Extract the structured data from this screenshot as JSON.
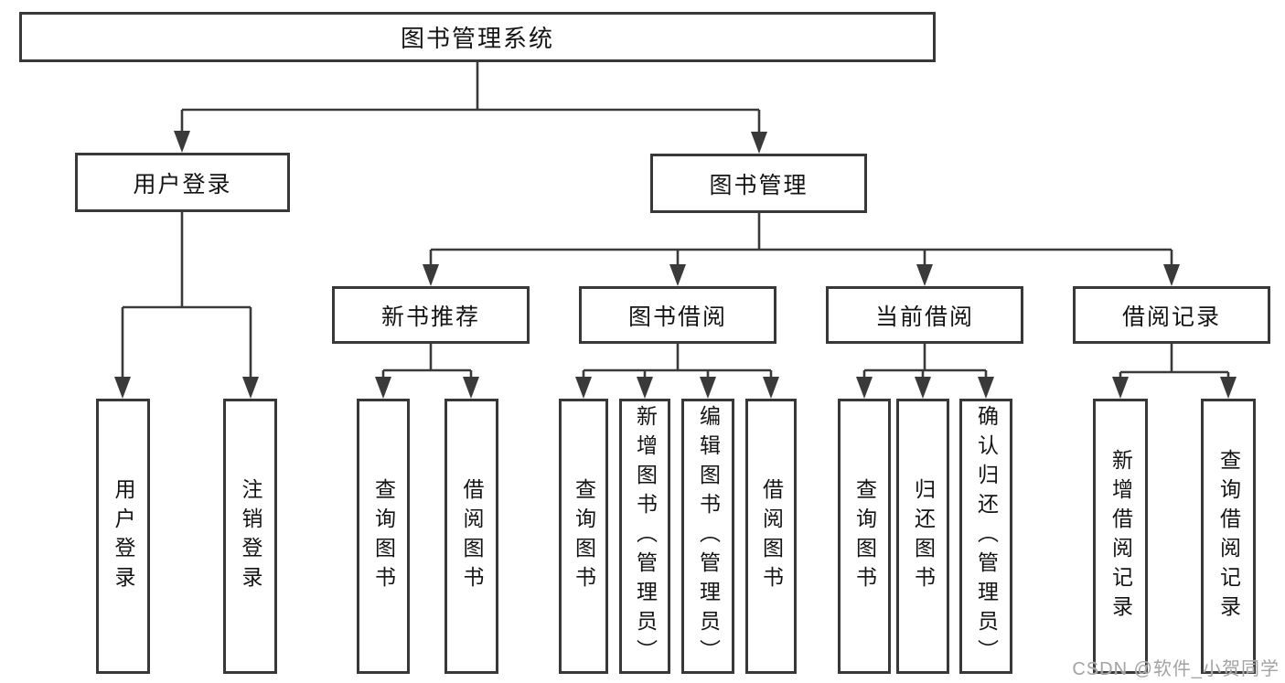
{
  "diagram": {
    "type": "tree",
    "nodes": {
      "root": {
        "label": "图书管理系统"
      },
      "l1": [
        {
          "label": "用户登录"
        },
        {
          "label": "图书管理"
        }
      ],
      "l2": [
        {
          "label": "新书推荐"
        },
        {
          "label": "图书借阅"
        },
        {
          "label": "当前借阅"
        },
        {
          "label": "借阅记录"
        }
      ],
      "leaves_login": [
        {
          "label": "用户登录"
        },
        {
          "label": "注销登录"
        }
      ],
      "leaves_newbook": [
        {
          "label": "查询图书"
        },
        {
          "label": "借阅图书"
        }
      ],
      "leaves_borrow": [
        {
          "label": "查询图书"
        },
        {
          "label": "新增图书（管理员）"
        },
        {
          "label": "编辑图书（管理员）"
        },
        {
          "label": "借阅图书"
        }
      ],
      "leaves_current": [
        {
          "label": "查询图书"
        },
        {
          "label": "归还图书"
        },
        {
          "label": "确认归还（管理员）"
        }
      ],
      "leaves_records": [
        {
          "label": "新增借阅记录"
        },
        {
          "label": "查询借阅记录"
        }
      ]
    }
  },
  "watermark": {
    "text": "CSDN @软件_小贺同学"
  },
  "colors": {
    "line": "#3a3a3a",
    "box_border": "#383838",
    "text": "#141414",
    "watermark": "#a3a3a3",
    "background": "#ffffff"
  }
}
